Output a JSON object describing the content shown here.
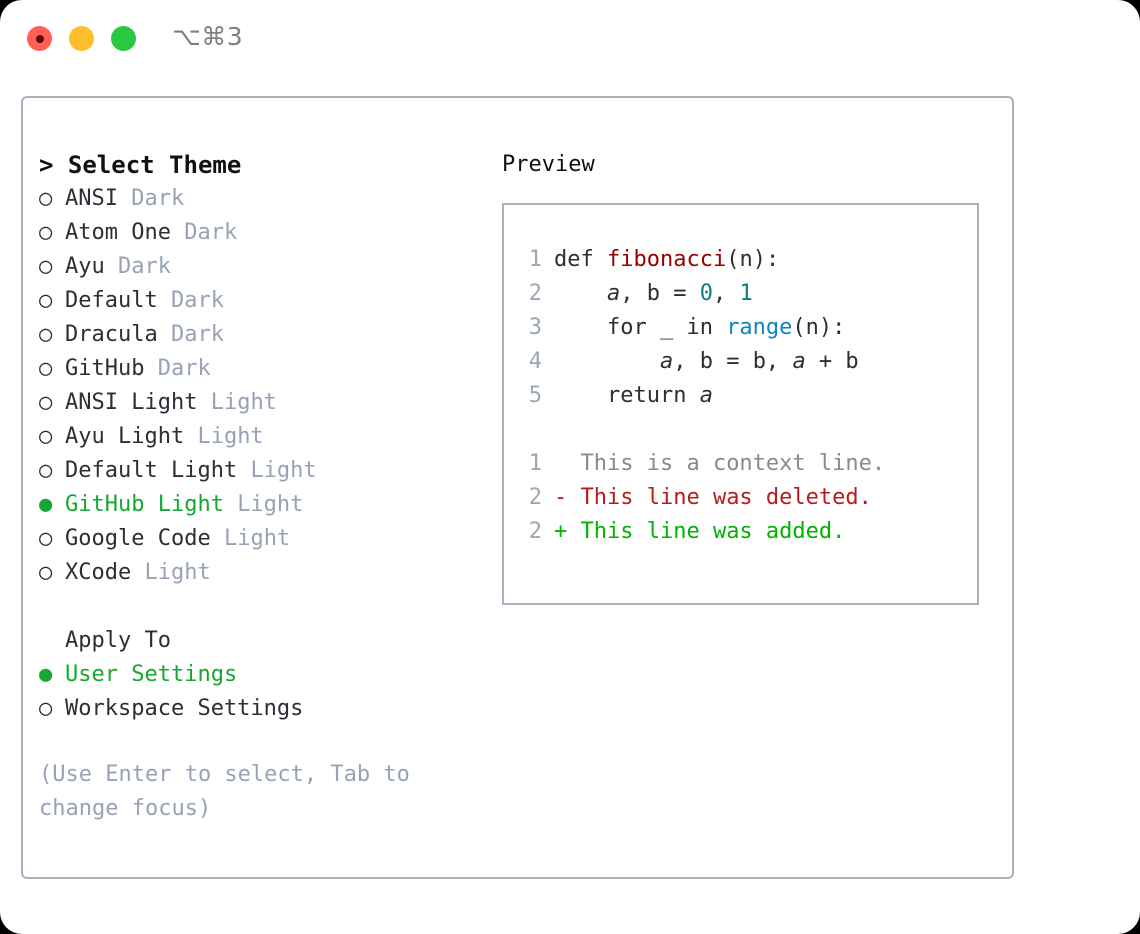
{
  "titlebar": {
    "shortcut": "⌥⌘3",
    "buttons": [
      {
        "name": "close",
        "color": "#ff6159"
      },
      {
        "name": "minimize",
        "color": "#ffbd2e"
      },
      {
        "name": "maximize",
        "color": "#28c840"
      }
    ]
  },
  "theme_panel": {
    "header": "> Select Theme",
    "items": [
      {
        "bullet": "○",
        "name": "ANSI",
        "variant": "Dark",
        "selected": false
      },
      {
        "bullet": "○",
        "name": "Atom One",
        "variant": "Dark",
        "selected": false
      },
      {
        "bullet": "○",
        "name": "Ayu",
        "variant": "Dark",
        "selected": false
      },
      {
        "bullet": "○",
        "name": "Default",
        "variant": "Dark",
        "selected": false
      },
      {
        "bullet": "○",
        "name": "Dracula",
        "variant": "Dark",
        "selected": false
      },
      {
        "bullet": "○",
        "name": "GitHub",
        "variant": "Dark",
        "selected": false
      },
      {
        "bullet": "○",
        "name": "ANSI Light",
        "variant": "Light",
        "selected": false
      },
      {
        "bullet": "○",
        "name": "Ayu Light",
        "variant": "Light",
        "selected": false
      },
      {
        "bullet": "○",
        "name": "Default Light",
        "variant": "Light",
        "selected": false
      },
      {
        "bullet": "●",
        "name": "GitHub Light",
        "variant": "Light",
        "selected": true
      },
      {
        "bullet": "○",
        "name": "Google Code",
        "variant": "Light",
        "selected": false
      },
      {
        "bullet": "○",
        "name": "XCode",
        "variant": "Light",
        "selected": false
      }
    ]
  },
  "apply_to": {
    "header": "Apply To",
    "options": [
      {
        "bullet": "●",
        "label": "User Settings",
        "selected": true
      },
      {
        "bullet": "○",
        "label": "Workspace Settings",
        "selected": false
      }
    ]
  },
  "hint": "(Use Enter to select, Tab to change focus)",
  "preview": {
    "title": "Preview",
    "code_lines": [
      {
        "num": "1",
        "tokens": [
          {
            "t": "def ",
            "c": "kw"
          },
          {
            "t": "fibonacci",
            "c": "fn"
          },
          {
            "t": "(n):",
            "c": "kw"
          }
        ]
      },
      {
        "num": "2",
        "tokens": [
          {
            "t": "    ",
            "c": "kw"
          },
          {
            "t": "a",
            "c": "var"
          },
          {
            "t": ", ",
            "c": "kw"
          },
          {
            "t": "b",
            "c": "kw"
          },
          {
            "t": " = ",
            "c": "kw"
          },
          {
            "t": "0",
            "c": "num"
          },
          {
            "t": ", ",
            "c": "kw"
          },
          {
            "t": "1",
            "c": "num"
          }
        ]
      },
      {
        "num": "3",
        "tokens": [
          {
            "t": "    for _ in ",
            "c": "kw"
          },
          {
            "t": "range",
            "c": "bi"
          },
          {
            "t": "(n):",
            "c": "kw"
          }
        ]
      },
      {
        "num": "4",
        "tokens": [
          {
            "t": "        ",
            "c": "kw"
          },
          {
            "t": "a",
            "c": "var"
          },
          {
            "t": ", b = b, ",
            "c": "kw"
          },
          {
            "t": "a",
            "c": "var"
          },
          {
            "t": " + b",
            "c": "kw"
          }
        ]
      },
      {
        "num": "5",
        "tokens": [
          {
            "t": "    return ",
            "c": "kw"
          },
          {
            "t": "a",
            "c": "var"
          }
        ]
      }
    ],
    "diff_lines": [
      {
        "num": "1",
        "marker": " ",
        "text": " This is a context line.",
        "kind": "ctx"
      },
      {
        "num": "2",
        "marker": "-",
        "text": " This line was deleted.",
        "kind": "del"
      },
      {
        "num": "2",
        "marker": "+",
        "text": " This line was added.",
        "kind": "add"
      }
    ]
  },
  "colors": {
    "accent_green": "#16a832",
    "muted": "#97a3b4",
    "border": "#a8b2bf",
    "fn_red": "#990000",
    "num_teal": "#0b8080",
    "builtin_blue": "#0f86c4",
    "diff_del": "#b71c1c",
    "diff_add": "#00b300"
  }
}
